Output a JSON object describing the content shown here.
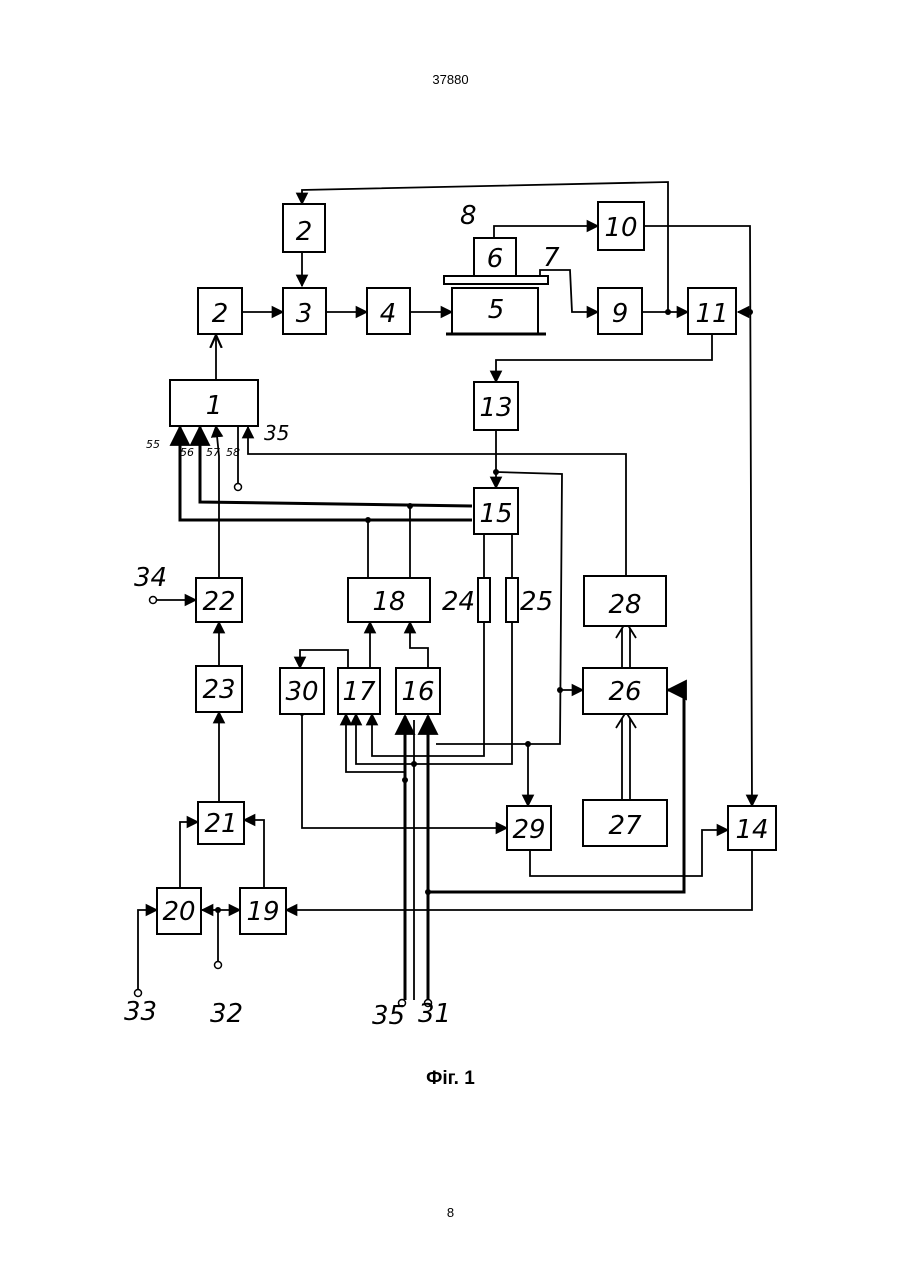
{
  "header": {
    "doc_number": "37880"
  },
  "footer": {
    "page_number": "8"
  },
  "figure": {
    "caption": "Фіг. 1",
    "blocks": {
      "b1": "1",
      "b2a": "2",
      "b2b": "2",
      "b3": "3",
      "b4": "4",
      "b5": "5",
      "b6": "6",
      "b9": "9",
      "b10": "10",
      "b11": "11",
      "b13": "13",
      "b14": "14",
      "b15": "15",
      "b16": "16",
      "b17": "17",
      "b18": "18",
      "b19": "19",
      "b20": "20",
      "b21": "21",
      "b22": "22",
      "b23": "23",
      "b26": "26",
      "b27": "27",
      "b28": "28",
      "b29": "29",
      "b30": "30"
    },
    "labels": {
      "l7": "7",
      "l8": "8",
      "l24": "24",
      "l25": "25",
      "l34": "34",
      "l35top": "35",
      "l35bot": "35",
      "l31": "31",
      "l32": "32",
      "l33": "33",
      "l55": "55",
      "l56": "56",
      "l57": "57",
      "l58": "58"
    }
  }
}
